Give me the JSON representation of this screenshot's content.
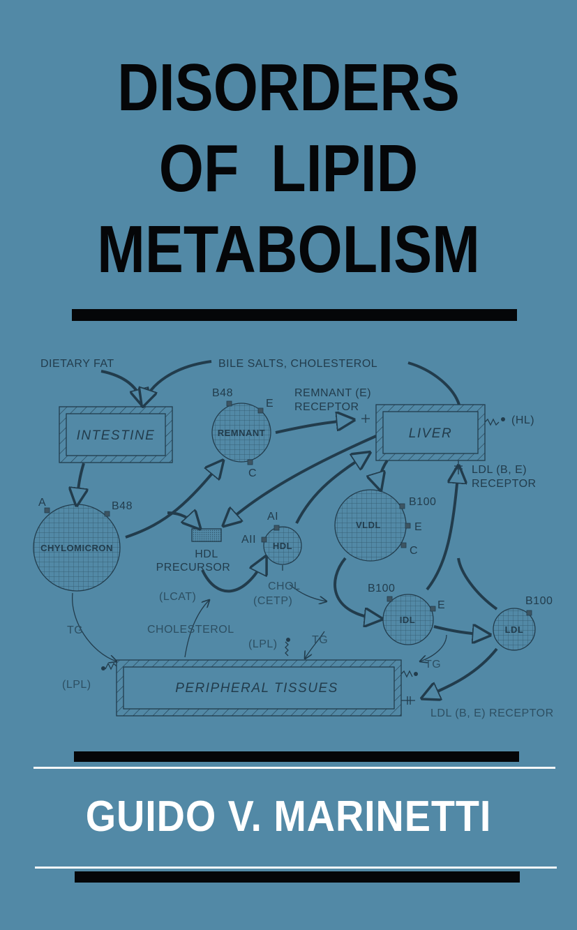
{
  "cover": {
    "background_color": "#5289a6",
    "title_lines": [
      "DISORDERS",
      "OF  LIPID",
      "METABOLISM"
    ],
    "author": "GUIDO V. MARINETTI"
  },
  "diagram": {
    "inputs": {
      "dietary_fat": "DIETARY FAT",
      "bile_salts": "BILE SALTS, CHOLESTEROL"
    },
    "organs": {
      "intestine": "INTESTINE",
      "liver": "LIVER",
      "peripheral": "PERIPHERAL TISSUES"
    },
    "particles": {
      "remnant": "REMNANT",
      "chylomicron": "CHYLOMICRON",
      "hdl": "HDL",
      "vldl": "VLDL",
      "idl": "IDL",
      "ldl": "LDL",
      "hdl_precursor_1": "HDL",
      "hdl_precursor_2": "PRECURSOR"
    },
    "apoproteins": {
      "remnant_b48": "B48",
      "remnant_e": "E",
      "remnant_c": "C",
      "chylo_a": "A",
      "chylo_b48": "B48",
      "hdl_ai": "AI",
      "hdl_aii": "AII",
      "vldl_b100": "B100",
      "vldl_e": "E",
      "vldl_c": "C",
      "idl_b100": "B100",
      "idl_e": "E",
      "ldl_b100": "B100"
    },
    "labels": {
      "remnant_receptor_1": "REMNANT (E)",
      "remnant_receptor_2": "RECEPTOR",
      "hl": "(HL)",
      "ldl_receptor_top_1": "LDL (B, E)",
      "ldl_receptor_top_2": "RECEPTOR",
      "lcat": "(LCAT)",
      "chol": "CHOL",
      "cetp": "(CETP)",
      "tg_left": "TG",
      "cholesterol": "CHOLESTEROL",
      "lpl_mid": "(LPL)",
      "tg_mid": "TG",
      "tg_right": "TG",
      "lpl_left": "(LPL)",
      "ldl_receptor_bottom": "LDL (B, E) RECEPTOR"
    }
  }
}
